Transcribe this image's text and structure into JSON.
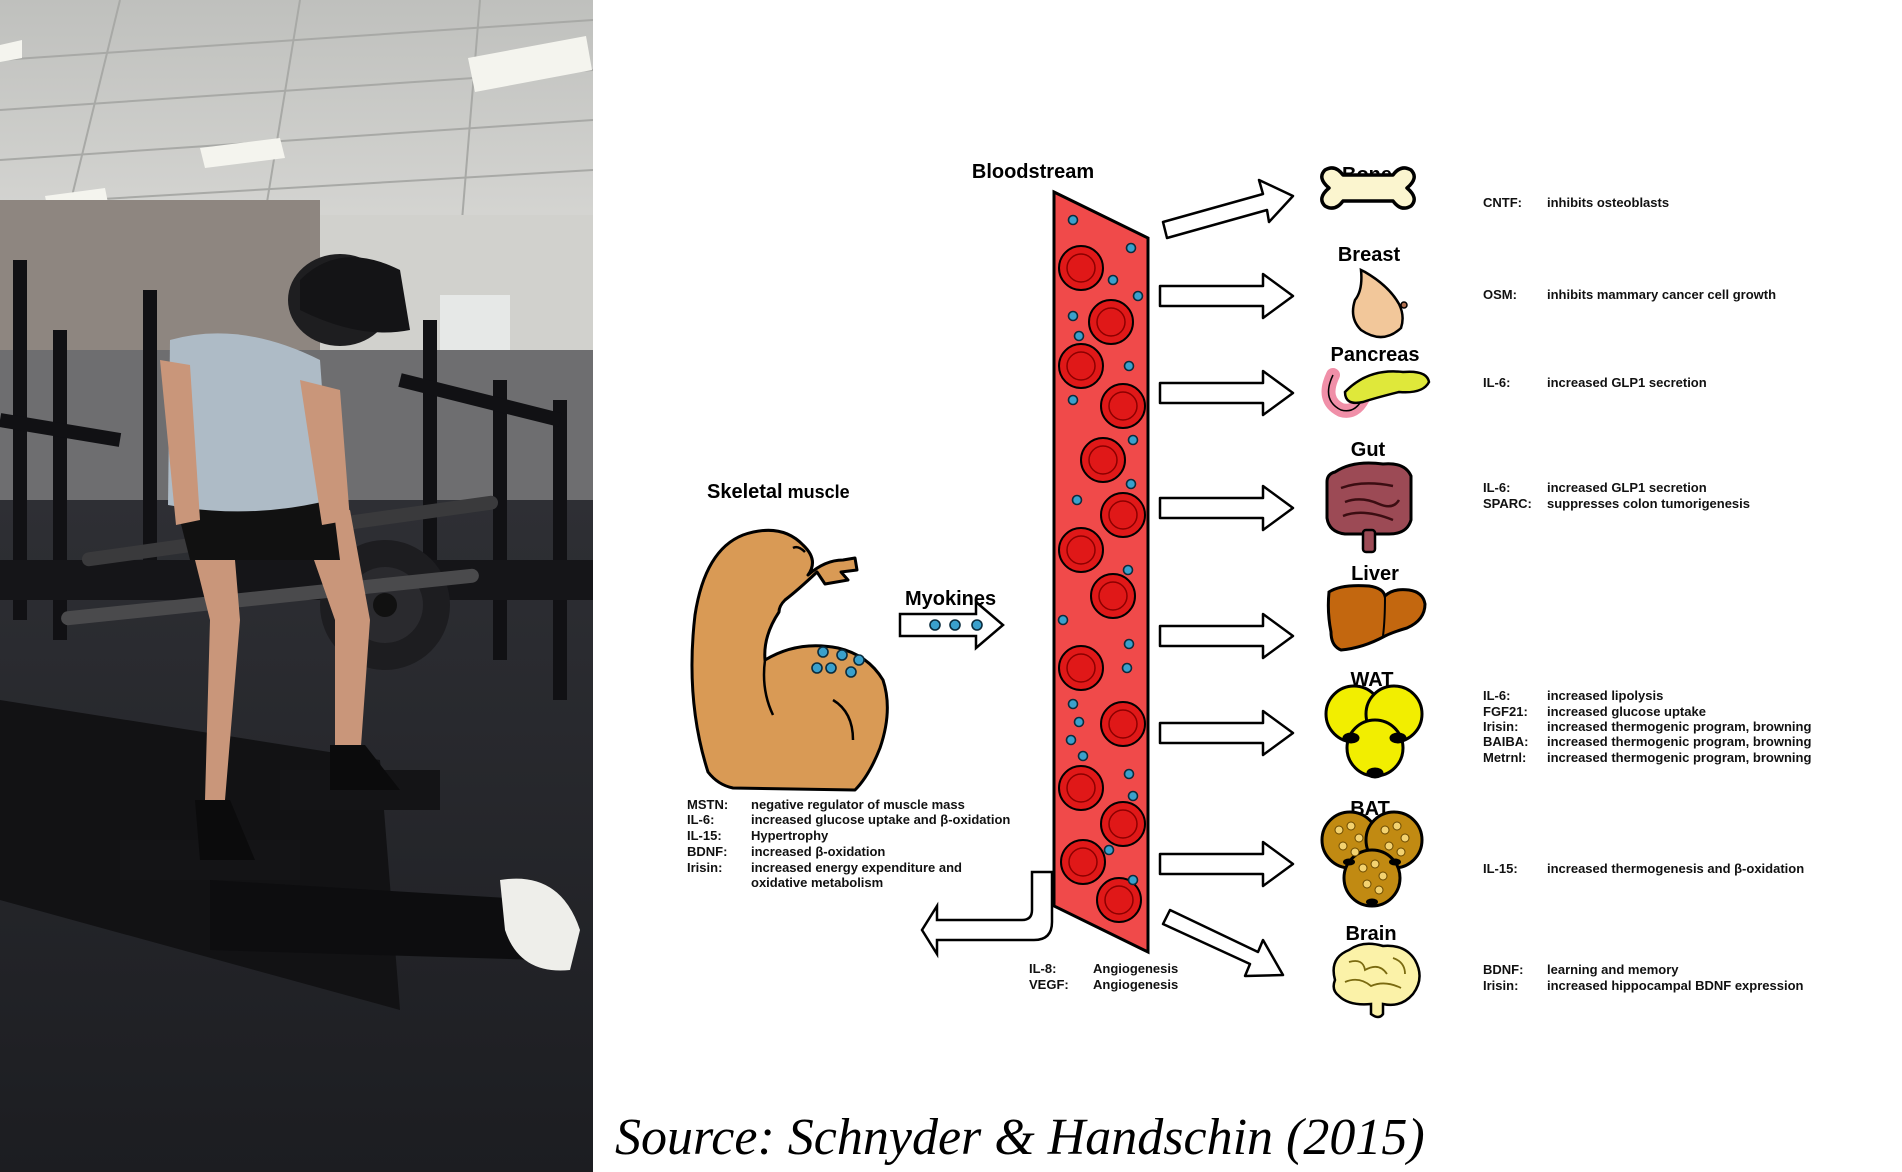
{
  "diagram": {
    "bloodstream_label": "Bloodstream",
    "muscle": {
      "label_bold": "Skeletal",
      "label_rest": " muscle",
      "myokines_label": "Myokines"
    },
    "muscle_effects": [
      {
        "key": "MSTN:",
        "lines": [
          "negative regulator of muscle mass"
        ]
      },
      {
        "key": "IL-6:",
        "lines": [
          "increased glucose uptake and β-oxidation"
        ]
      },
      {
        "key": "IL-15:",
        "lines": [
          "Hypertrophy"
        ]
      },
      {
        "key": "BDNF:",
        "lines": [
          "increased β-oxidation"
        ]
      },
      {
        "key": "Irisin:",
        "lines": [
          "increased energy expenditure and",
          "oxidative metabolism"
        ]
      }
    ],
    "blood_effects": [
      {
        "key": "IL-8:",
        "value": "Angiogenesis"
      },
      {
        "key": "VEGF:",
        "value": "Angiogenesis"
      }
    ],
    "organs": [
      {
        "name": "Bone",
        "effects": [
          {
            "key": "CNTF:",
            "value": "inhibits osteoblasts"
          }
        ]
      },
      {
        "name": "Breast",
        "effects": [
          {
            "key": "OSM:",
            "value": "inhibits mammary cancer cell growth"
          }
        ]
      },
      {
        "name": "Pancreas",
        "effects": [
          {
            "key": "IL-6:",
            "value": "increased GLP1 secretion"
          }
        ]
      },
      {
        "name": "Gut",
        "effects": [
          {
            "key": "IL-6:",
            "value": "increased GLP1 secretion"
          },
          {
            "key": "SPARC:",
            "value": "suppresses colon tumorigenesis"
          }
        ]
      },
      {
        "name": "Liver",
        "effects": []
      },
      {
        "name": "WAT",
        "effects": [
          {
            "key": "IL-6:",
            "value": "increased lipolysis"
          },
          {
            "key": "FGF21:",
            "value": "increased glucose uptake"
          },
          {
            "key": "Irisin:",
            "value": "increased thermogenic program, browning"
          },
          {
            "key": "BAIBA:",
            "value": "increased thermogenic program, browning"
          },
          {
            "key": "Metrnl:",
            "value": "increased thermogenic program, browning"
          }
        ]
      },
      {
        "name": "BAT",
        "effects": [
          {
            "key": "IL-15:",
            "value": "increased thermogenesis and β-oxidation"
          }
        ]
      },
      {
        "name": "Brain",
        "effects": [
          {
            "key": "BDNF:",
            "value": "learning and memory"
          },
          {
            "key": "Irisin:",
            "value": "increased hippocampal BDNF expression"
          }
        ]
      }
    ]
  },
  "source": "Source: Schnyder & Handschin (2015)",
  "colors": {
    "bloodstream": "#f04a4a",
    "red_cell": "#e01818",
    "myokine": "#3aa0cc",
    "muscle": "#d99a55",
    "bone": "#fbf5cf",
    "fat": "#f2ee00",
    "liver": "#c3670f",
    "brown_fat": "#c18a12",
    "brain": "#fbf2a8"
  }
}
